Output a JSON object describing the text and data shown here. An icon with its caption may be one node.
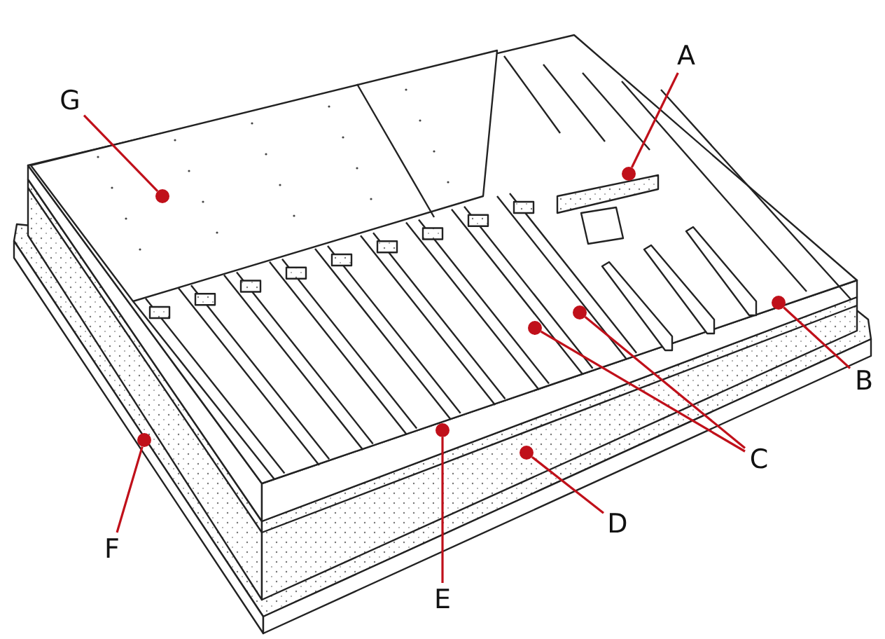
{
  "diagram": {
    "nodes": [
      {
        "text": [
          "A"
        ]
      },
      {
        "text": [
          "G"
        ]
      },
      {
        "text": [
          "B"
        ]
      },
      {
        "text": [
          "C"
        ]
      },
      {
        "text": [
          "D"
        ]
      },
      {
        "text": [
          "F"
        ]
      },
      {
        "text": [
          "E"
        ]
      },
      {
        "text": [],
        "shape": "circle"
      },
      {
        "text": [],
        "shape": "circle"
      },
      {
        "text": [],
        "shape": "circle"
      },
      {
        "text": [],
        "shape": "circle"
      },
      {
        "text": [],
        "shape": "circle"
      },
      {
        "text": [],
        "shape": "circle"
      },
      {
        "text": [],
        "shape": "circle"
      },
      {
        "text": [],
        "shape": "circle"
      }
    ],
    "edges": [
      {
        "from": 0,
        "to": 13,
        "arrow": "none"
      },
      {
        "from": 1,
        "to": 8,
        "arrow": "none"
      },
      {
        "from": 2,
        "to": 14,
        "arrow": "none"
      },
      {
        "from": 3,
        "to": 11,
        "arrow": "none"
      },
      {
        "from": 3,
        "to": 12,
        "arrow": "none"
      },
      {
        "from": 4,
        "to": 10,
        "arrow": "none"
      },
      {
        "from": 5,
        "to": 7,
        "arrow": "none"
      },
      {
        "from": 6,
        "to": 9,
        "arrow": "none"
      }
    ]
  }
}
